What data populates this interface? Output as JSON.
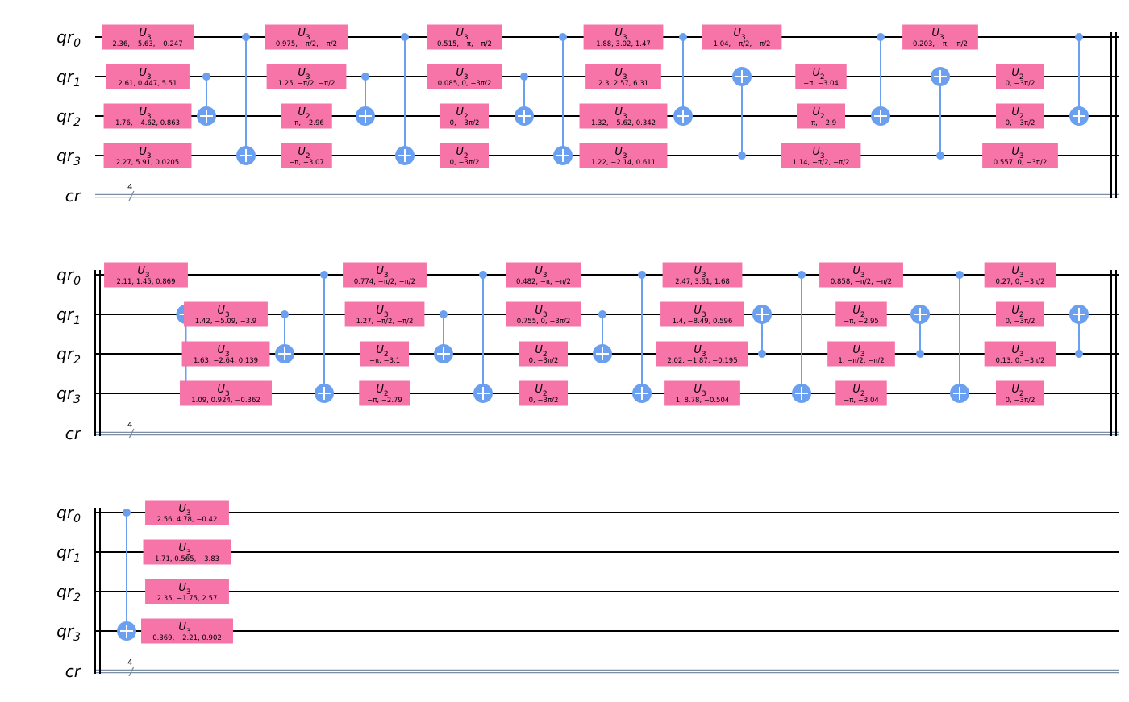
{
  "colors": {
    "gate": "#f674a8",
    "cnot": "#6aa0ef",
    "wire": "#000000",
    "classical": "#7d8ea3"
  },
  "registers": {
    "quantum": [
      {
        "base": "qr",
        "index": "0"
      },
      {
        "base": "qr",
        "index": "1"
      },
      {
        "base": "qr",
        "index": "2"
      },
      {
        "base": "qr",
        "index": "3"
      }
    ],
    "classical": {
      "name": "cr",
      "width": "4"
    }
  },
  "rows": [
    {
      "gates": [
        {
          "type": "U",
          "sub": "3",
          "params": "2.36, −5.63, −0.247",
          "qubit": 0,
          "col": 0
        },
        {
          "type": "U",
          "sub": "3",
          "params": "2.61, 0.447, 5.51",
          "qubit": 1,
          "col": 0
        },
        {
          "type": "U",
          "sub": "3",
          "params": "1.76, −4.62, 0.863",
          "qubit": 2,
          "col": 0
        },
        {
          "type": "U",
          "sub": "3",
          "params": "2.27, 5.91, 0.0205",
          "qubit": 3,
          "col": 0
        },
        {
          "type": "U",
          "sub": "3",
          "params": "0.975, −π/2, −π/2",
          "qubit": 0,
          "col": 3
        },
        {
          "type": "U",
          "sub": "3",
          "params": "1.25, −π/2, −π/2",
          "qubit": 1,
          "col": 3
        },
        {
          "type": "U",
          "sub": "2",
          "params": "−π, −2.96",
          "qubit": 2,
          "col": 3
        },
        {
          "type": "U",
          "sub": "2",
          "params": "−π, −3.07",
          "qubit": 3,
          "col": 3
        },
        {
          "type": "U",
          "sub": "3",
          "params": "0.515, −π, −π/2",
          "qubit": 0,
          "col": 6
        },
        {
          "type": "U",
          "sub": "3",
          "params": "0.085, 0, −3π/2",
          "qubit": 1,
          "col": 6
        },
        {
          "type": "U",
          "sub": "2",
          "params": "0, −3π/2",
          "qubit": 2,
          "col": 6
        },
        {
          "type": "U",
          "sub": "2",
          "params": "0, −3π/2",
          "qubit": 3,
          "col": 6
        },
        {
          "type": "U",
          "sub": "3",
          "params": "1.88, 3.02, 1.47",
          "qubit": 0,
          "col": 9
        },
        {
          "type": "U",
          "sub": "3",
          "params": "2.3, 2.57, 6.31",
          "qubit": 1,
          "col": 9
        },
        {
          "type": "U",
          "sub": "3",
          "params": "1.32, −5.62, 0.342",
          "qubit": 2,
          "col": 9
        },
        {
          "type": "U",
          "sub": "3",
          "params": "1.22, −2.14, 0.611",
          "qubit": 3,
          "col": 9
        },
        {
          "type": "U",
          "sub": "3",
          "params": "1.04, −π/2, −π/2",
          "qubit": 0,
          "col": 11
        },
        {
          "type": "U",
          "sub": "2",
          "params": "−π, −3.04",
          "qubit": 1,
          "col": 13
        },
        {
          "type": "U",
          "sub": "2",
          "params": "−π, −2.9",
          "qubit": 2,
          "col": 13
        },
        {
          "type": "U",
          "sub": "3",
          "params": "1.14, −π/2, −π/2",
          "qubit": 3,
          "col": 13
        },
        {
          "type": "U",
          "sub": "3",
          "params": "0.203, −π, −π/2",
          "qubit": 0,
          "col": 15
        },
        {
          "type": "U",
          "sub": "2",
          "params": "0, −3π/2",
          "qubit": 1,
          "col": 17
        },
        {
          "type": "U",
          "sub": "2",
          "params": "0, −3π/2",
          "qubit": 2,
          "col": 17
        },
        {
          "type": "U",
          "sub": "3",
          "params": "0.557, 0, −3π/2",
          "qubit": 3,
          "col": 17
        }
      ],
      "cnots": [
        {
          "control": 1,
          "target": 2,
          "col": 1
        },
        {
          "control": 0,
          "target": 3,
          "col": 2
        },
        {
          "control": 1,
          "target": 2,
          "col": 4
        },
        {
          "control": 0,
          "target": 3,
          "col": 5
        },
        {
          "control": 1,
          "target": 2,
          "col": 7
        },
        {
          "control": 0,
          "target": 3,
          "col": 8
        },
        {
          "control": 0,
          "target": 2,
          "col": 10
        },
        {
          "control": 3,
          "target": 1,
          "col": 12
        },
        {
          "control": 0,
          "target": 2,
          "col": 14
        },
        {
          "control": 3,
          "target": 1,
          "col": 16
        },
        {
          "control": 0,
          "target": 2,
          "col": 18
        }
      ]
    },
    {
      "gates": [
        {
          "type": "U",
          "sub": "3",
          "params": "2.11, 1.45, 0.869",
          "qubit": 0,
          "col": 0
        },
        {
          "type": "U",
          "sub": "3",
          "params": "1.42, −5.09, −3.9",
          "qubit": 1,
          "col": 1
        },
        {
          "type": "U",
          "sub": "3",
          "params": "1.63, −2.64, 0.139",
          "qubit": 2,
          "col": 1
        },
        {
          "type": "U",
          "sub": "3",
          "params": "1.09, 0.924, −0.362",
          "qubit": 3,
          "col": 1
        },
        {
          "type": "U",
          "sub": "3",
          "params": "0.774, −π/2, −π/2",
          "qubit": 0,
          "col": 4
        },
        {
          "type": "U",
          "sub": "3",
          "params": "1.27, −π/2, −π/2",
          "qubit": 1,
          "col": 4
        },
        {
          "type": "U",
          "sub": "2",
          "params": "−π, −3.1",
          "qubit": 2,
          "col": 4
        },
        {
          "type": "U",
          "sub": "2",
          "params": "−π, −2.79",
          "qubit": 3,
          "col": 4
        },
        {
          "type": "U",
          "sub": "3",
          "params": "0.482, −π, −π/2",
          "qubit": 0,
          "col": 7
        },
        {
          "type": "U",
          "sub": "3",
          "params": "0.755, 0, −3π/2",
          "qubit": 1,
          "col": 7
        },
        {
          "type": "U",
          "sub": "2",
          "params": "0, −3π/2",
          "qubit": 2,
          "col": 7
        },
        {
          "type": "U",
          "sub": "2",
          "params": "0, −3π/2",
          "qubit": 3,
          "col": 7
        },
        {
          "type": "U",
          "sub": "3",
          "params": "2.47, 3.51, 1.68",
          "qubit": 0,
          "col": 10
        },
        {
          "type": "U",
          "sub": "3",
          "params": "1.4, −8.49, 0.596",
          "qubit": 1,
          "col": 10
        },
        {
          "type": "U",
          "sub": "3",
          "params": "2.02, −1.87, −0.195",
          "qubit": 2,
          "col": 10
        },
        {
          "type": "U",
          "sub": "3",
          "params": "1, 8.78, −0.504",
          "qubit": 3,
          "col": 10
        },
        {
          "type": "U",
          "sub": "3",
          "params": "0.858, −π/2, −π/2",
          "qubit": 0,
          "col": 13
        },
        {
          "type": "U",
          "sub": "2",
          "params": "−π, −2.95",
          "qubit": 1,
          "col": 13
        },
        {
          "type": "U",
          "sub": "3",
          "params": "1, −π/2, −π/2",
          "qubit": 2,
          "col": 13
        },
        {
          "type": "U",
          "sub": "2",
          "params": "−π, −3.04",
          "qubit": 3,
          "col": 13
        },
        {
          "type": "U",
          "sub": "3",
          "params": "0.27, 0, −3π/2",
          "qubit": 0,
          "col": 16
        },
        {
          "type": "U",
          "sub": "2",
          "params": "0, −3π/2",
          "qubit": 1,
          "col": 16
        },
        {
          "type": "U",
          "sub": "3",
          "params": "0.13, 0, −3π/2",
          "qubit": 2,
          "col": 16
        },
        {
          "type": "U",
          "sub": "2",
          "params": "0, −3π/2",
          "qubit": 3,
          "col": 16
        }
      ],
      "cnots": [
        {
          "control": 3,
          "target": 1,
          "col": 0.5
        },
        {
          "control": 1,
          "target": 2,
          "col": 2
        },
        {
          "control": 0,
          "target": 3,
          "col": 3
        },
        {
          "control": 1,
          "target": 2,
          "col": 5
        },
        {
          "control": 0,
          "target": 3,
          "col": 6
        },
        {
          "control": 1,
          "target": 2,
          "col": 8
        },
        {
          "control": 0,
          "target": 3,
          "col": 9
        },
        {
          "control": 2,
          "target": 1,
          "col": 11
        },
        {
          "control": 0,
          "target": 3,
          "col": 12
        },
        {
          "control": 2,
          "target": 1,
          "col": 14
        },
        {
          "control": 0,
          "target": 3,
          "col": 15
        },
        {
          "control": 2,
          "target": 1,
          "col": 17
        }
      ]
    },
    {
      "gates": [
        {
          "type": "U",
          "sub": "3",
          "params": "2.56, 4.78, −0.42",
          "qubit": 0,
          "col": 1
        },
        {
          "type": "U",
          "sub": "3",
          "params": "1.71, 0.565, −3.83",
          "qubit": 1,
          "col": 1
        },
        {
          "type": "U",
          "sub": "3",
          "params": "2.35, −1.75, 2.57",
          "qubit": 2,
          "col": 1
        },
        {
          "type": "U",
          "sub": "3",
          "params": "0.369, −2.21, 0.902",
          "qubit": 3,
          "col": 1
        }
      ],
      "cnots": [
        {
          "control": 0,
          "target": 3,
          "col": 0
        }
      ]
    }
  ]
}
